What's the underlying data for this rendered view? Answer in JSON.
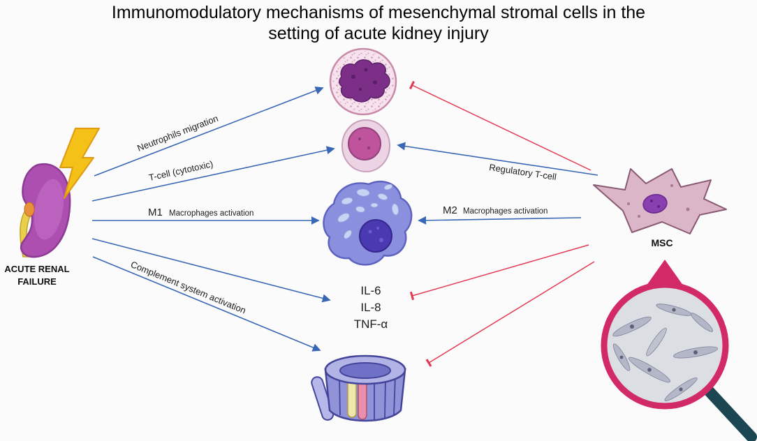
{
  "title": {
    "line1": "Immunomodulatory mechanisms of mesenchymal stromal cells in the",
    "line2": "setting of acute kidney injury"
  },
  "kidney": {
    "label_line1": "ACUTE RENAL",
    "label_line2": "FAILURE"
  },
  "msc": {
    "label": "MSC"
  },
  "cytokines": {
    "il6": "IL-6",
    "il8": "IL-8",
    "tnf": "TNF-α"
  },
  "edges": {
    "neutrophils_migration": "Neutrophils migration",
    "tcell_cytotoxic": "T-cell (cytotoxic)",
    "m1_prefix": "M1",
    "m1_label": "Macrophages activation",
    "m2_prefix": "M2",
    "m2_label": "Macrophages activation",
    "regulatory_tcell": "Regulatory T-cell",
    "complement_activation": "Complement system activation"
  },
  "colors": {
    "activation_arrow": "#3a67b5",
    "inhibition_line": "#e23a55",
    "magnifier_ring": "#d12a66",
    "kidney_body": "#ad4fb0",
    "lightning": "#f3c117",
    "macrophage_body": "#8a90dd",
    "neutrophil_nucleus": "#7b2f86",
    "complement_body": "#9093d8"
  }
}
